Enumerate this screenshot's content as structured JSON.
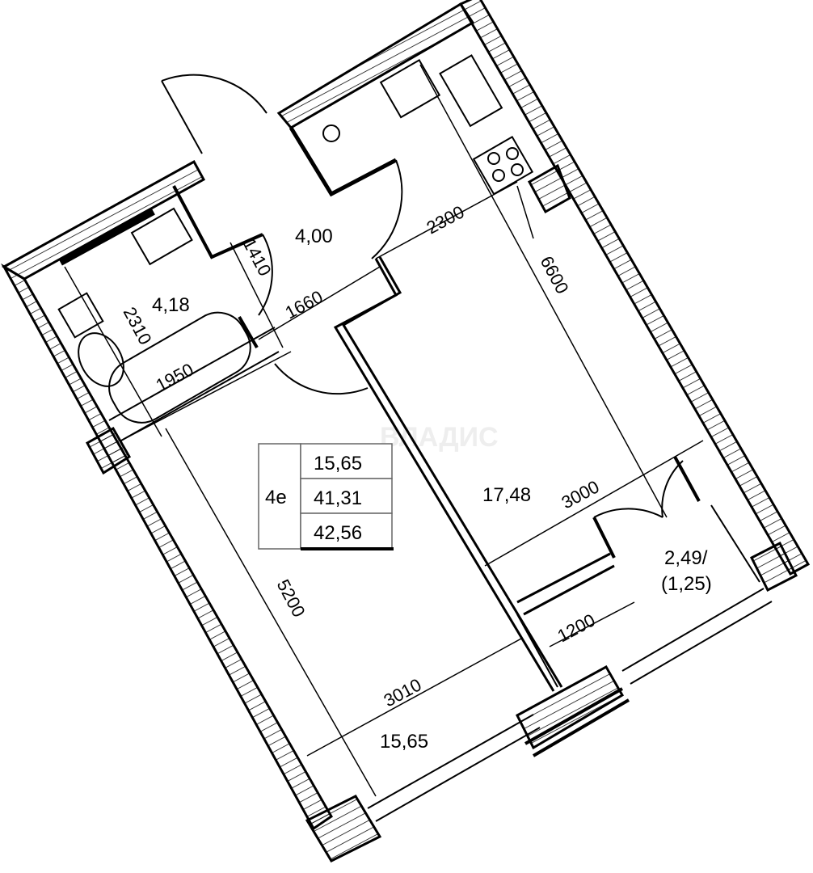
{
  "rooms": {
    "hall": "4,00",
    "bathroom": "4,18",
    "kitchen": "17,48",
    "living": "15,65",
    "balcony": "2,49/",
    "balcony_reduced": "(1,25)"
  },
  "dimensions": {
    "d2300": "2300",
    "d6600": "6600",
    "d1410": "1410",
    "d1660": "1660",
    "d2310": "2310",
    "d1950": "1950",
    "d3000": "3000",
    "d1200": "1200",
    "d5200": "5200",
    "d3010": "3010"
  },
  "info_box": {
    "code": "4е",
    "living_area": "15,65",
    "total_area": "41,31",
    "total_with_balcony": "42,56"
  },
  "watermark": "ВЛАДИС",
  "colors": {
    "line": "#000000",
    "background": "#ffffff",
    "watermark": "#eeeeee"
  }
}
